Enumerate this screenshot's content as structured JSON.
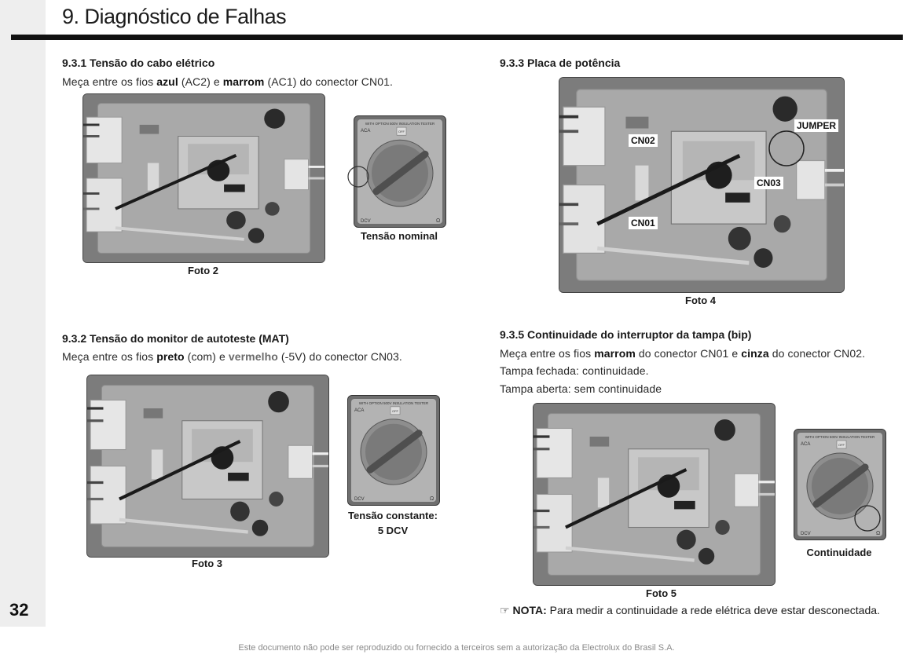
{
  "header": {
    "title": "9. Diagnóstico de Falhas",
    "page_number": "32"
  },
  "s931": {
    "heading": "9.3.1 Tensão do cabo elétrico",
    "t1": "Meça entre os fios ",
    "b1": "azul",
    "t2": " (AC2) e ",
    "b2": "marrom",
    "t3": " (AC1) do conector CN01.",
    "photo_caption": "Foto 2",
    "meter_caption": "Tensão nominal"
  },
  "s932": {
    "heading": "9.3.2 Tensão do monitor de autoteste (MAT)",
    "t1": "Meça entre os fios ",
    "b1": "preto",
    "t2": " (com) e ",
    "b2": "vermelho",
    "t3": " (-5V) do conector CN03.",
    "photo_caption": "Foto 3",
    "meter_caption_1": "Tensão constante:",
    "meter_caption_2": "5 DCV"
  },
  "s933": {
    "heading": "9.3.3 Placa de potência",
    "photo_caption": "Foto 4",
    "labels": {
      "jumper": "JUMPER",
      "cn02": "CN02",
      "cn03": "CN03",
      "cn01": "CN01"
    }
  },
  "s935": {
    "heading": "9.3.5 Continuidade do interruptor da tampa (bip)",
    "t1": "Meça entre os fios ",
    "b1": "marrom",
    "t2": " do conector CN01 e ",
    "b2": "cinza",
    "t3": " do conector CN02.",
    "line2": "Tampa fechada: continuidade.",
    "line3": "Tampa aberta: sem continuidade",
    "photo_caption": "Foto 5",
    "meter_caption": "Continuidade"
  },
  "note": {
    "icon": "☞",
    "label": "NOTA:",
    "text": " Para medir a continuidade a rede elétrica deve estar desconectada."
  },
  "meter": {
    "top_text": "WITH OPTION 500V  INSULATION  TESTER",
    "aca": "ACA",
    "dcv": "DCV",
    "ohm": "Ω",
    "off": "OFF"
  },
  "footer": "Este documento não pode ser reproduzido ou fornecido a terceiros sem a autorização da Electrolux do Brasil S.A."
}
